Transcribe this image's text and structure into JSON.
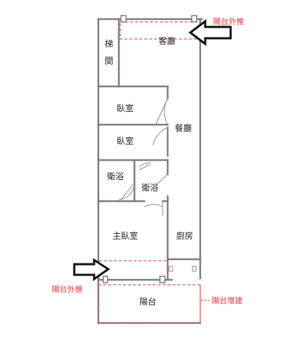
{
  "plan": {
    "rooms": {
      "stairs": [
        "梯",
        "間"
      ],
      "living_room": "客廳",
      "dining_room": "餐廳",
      "bedroom_1": "臥室",
      "bedroom_2": "臥室",
      "bathroom_1": "衛浴",
      "bathroom_2": "衛浴",
      "master_bedroom": "主臥室",
      "kitchen": "廚房",
      "balcony": "陽台"
    },
    "annotations": {
      "balcony_extend_top": "陽台外推",
      "balcony_extend_bottom": "陽台外推",
      "balcony_addition": "陽台增建"
    },
    "colors": {
      "wall": "#7d7d7d",
      "dashed": "#e05555",
      "annotation": "#e23b3b",
      "arrow": "#111111"
    }
  }
}
